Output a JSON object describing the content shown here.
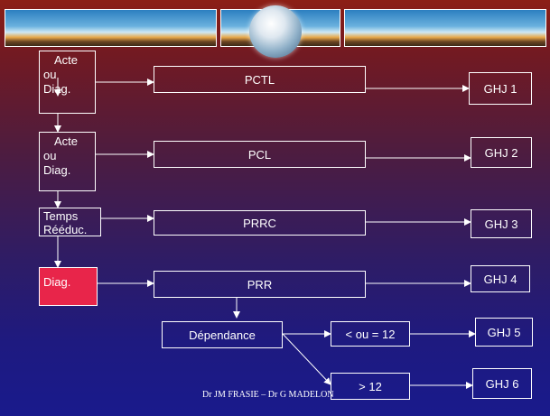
{
  "diagram": {
    "left_column": [
      [
        "Acte",
        "ou",
        "Diag."
      ],
      [
        "Acte",
        "ou",
        "Diag."
      ],
      [
        "Temps",
        "Rééduc."
      ],
      [
        "Diag."
      ]
    ],
    "middle": [
      "PCTL",
      "PCL",
      "PRRC",
      "PRR"
    ],
    "dependance": "Dépendance",
    "conditions": [
      "< ou = 12",
      "> 12"
    ],
    "ghj": [
      "GHJ 1",
      "GHJ 2",
      "GHJ 3",
      "GHJ 4",
      "GHJ 5",
      "GHJ 6"
    ]
  },
  "footer": "Dr JM FRASIE – Dr G MADELON",
  "colors": {
    "line": "#ffffff",
    "highlight": "#e8254a"
  }
}
